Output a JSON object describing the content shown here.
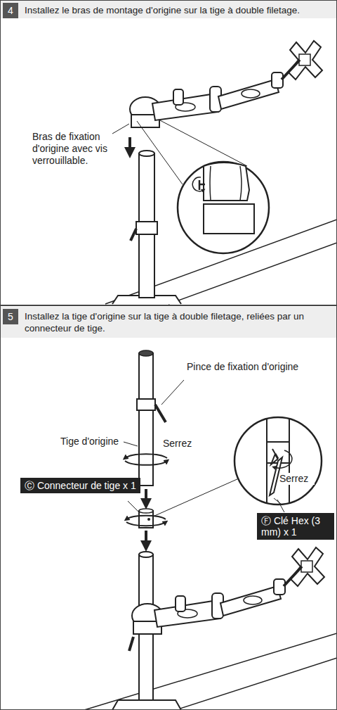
{
  "diagram": {
    "nodes": [
      {
        "text": [
          "Installez le bras de montage d'origine sur la tige à double filetage."
        ]
      },
      {
        "text": [
          "4"
        ],
        "in": 0
      },
      {
        "text": [
          "Installez la tige d'origine sur la tige à double filetage, reliées par un connecteur de tige."
        ]
      },
      {
        "text": [
          "5"
        ],
        "in": 2
      },
      {
        "text": [
          "Ⓒ Connecteur de tige x 1"
        ],
        "in": 2
      },
      {
        "text": [
          "Ⓕ Clé Hex (3 mm) x 1"
        ],
        "in": 2
      }
    ],
    "labels": [
      "Bras de fixation d'origine avec vis verrouillable.",
      "Pince de fixation d'origine",
      "Tige d'origine",
      "Serrez",
      "Serrez"
    ]
  }
}
